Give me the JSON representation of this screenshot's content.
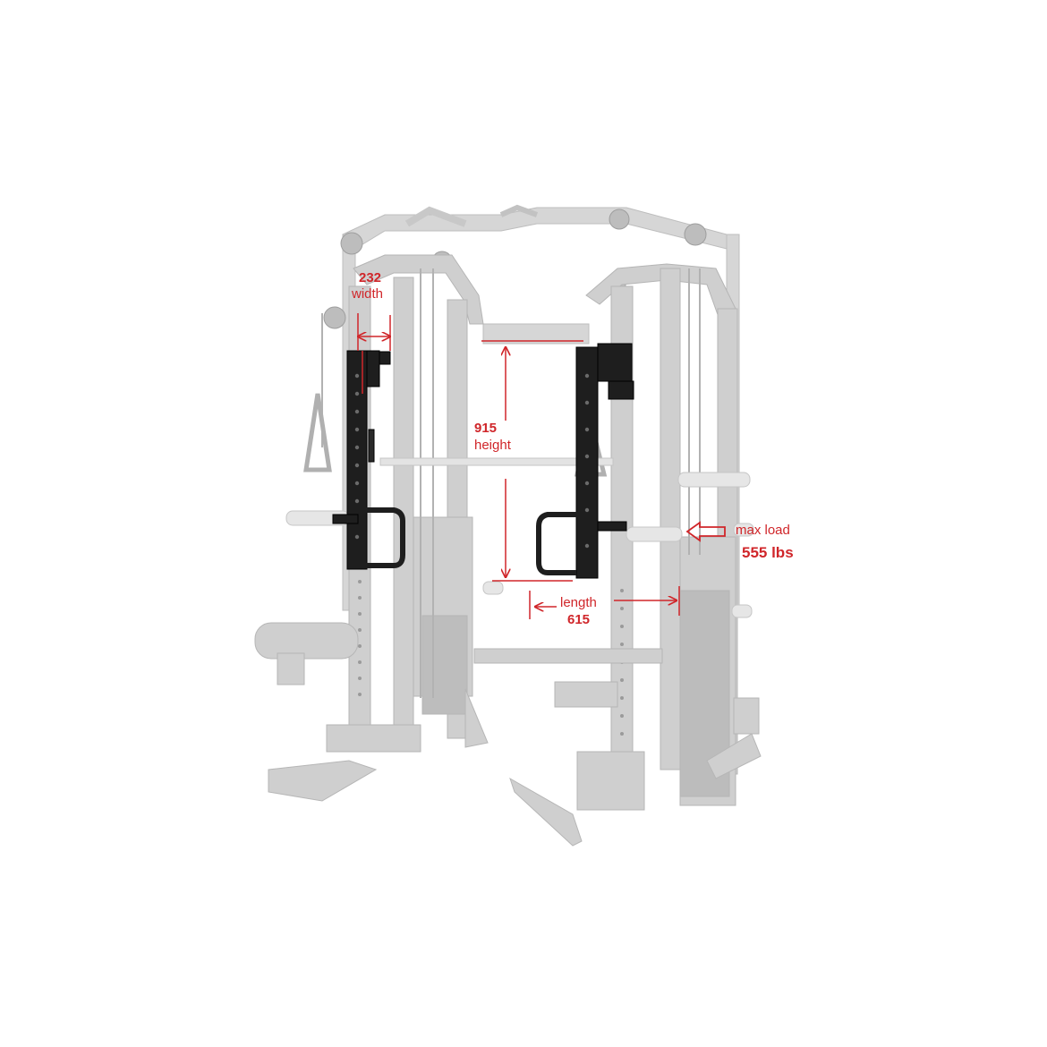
{
  "annotations": {
    "width_value": "232",
    "width_label": "width",
    "height_value": "915",
    "height_label": "height",
    "length_label": "length",
    "length_value": "615",
    "max_load_label": "max load",
    "max_load_value": "555 lbs"
  },
  "colors": {
    "frame": "#c8c8c8",
    "frame_dark": "#a9a9a9",
    "attachment": "#1e1e1e",
    "annotation": "#d0262a"
  }
}
